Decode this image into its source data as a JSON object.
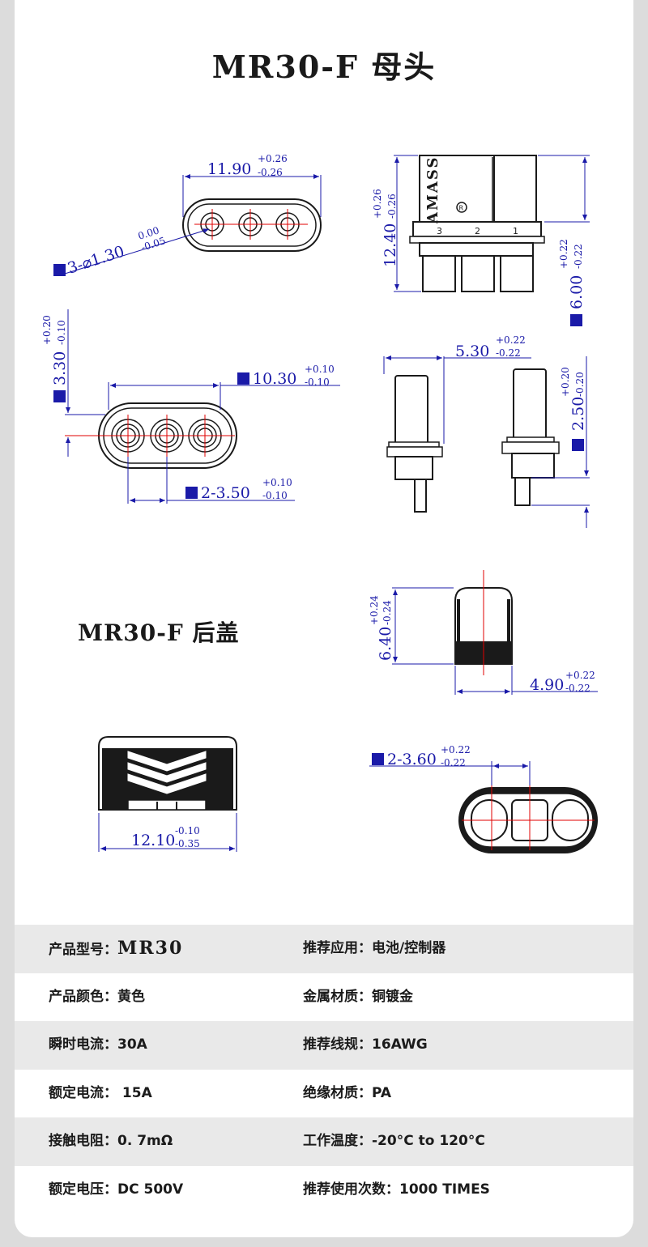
{
  "title": "MR30-F 母头",
  "subtitle": "MR30-F 后盖",
  "dimensions": {
    "top_width": {
      "value": "11.90",
      "tol_plus": "+0.26",
      "tol_minus": "-0.26"
    },
    "holes": {
      "value": "3-⌀1.30",
      "tol_plus": "0.00",
      "tol_minus": "-0.05"
    },
    "height": {
      "value": "12.40",
      "tol_plus": "+0.26",
      "tol_minus": "-0.26"
    },
    "pin_len": {
      "value": "6.00",
      "tol_plus": "+0.22",
      "tol_minus": "-0.22"
    },
    "face_height": {
      "value": "3.30",
      "tol_plus": "+0.20",
      "tol_minus": "-0.10"
    },
    "face_width": {
      "value": "10.30",
      "tol_plus": "+0.10",
      "tol_minus": "-0.10"
    },
    "pitch": {
      "value": "2-3.50",
      "tol_plus": "+0.10",
      "tol_minus": "-0.10"
    },
    "side_width": {
      "value": "5.30",
      "tol_plus": "+0.22",
      "tol_minus": "-0.22"
    },
    "side_pin": {
      "value": "2.50",
      "tol_plus": "+0.20",
      "tol_minus": "-0.20"
    },
    "cap_height": {
      "value": "6.40",
      "tol_plus": "+0.24",
      "tol_minus": "-0.24"
    },
    "cap_width": {
      "value": "4.90",
      "tol_plus": "+0.22",
      "tol_minus": "-0.22"
    },
    "cap_pitch": {
      "value": "2-3.60",
      "tol_plus": "+0.22",
      "tol_minus": "-0.22"
    },
    "cap_length": {
      "value": "12.10",
      "tol_plus": "-0.10",
      "tol_minus": "-0.35"
    }
  },
  "pin_numbers": [
    "3",
    "2",
    "1"
  ],
  "housing_mark": "AMASS",
  "colors": {
    "dim_text": "#1a1aa8",
    "centerline": "#e00000",
    "outline": "#1a1a1a",
    "row_shade": "#e9e9e9"
  },
  "specs": [
    {
      "left_label": "产品型号：",
      "left_value": "MR30",
      "right_label": "推荐应用：",
      "right_value": "电池/控制器"
    },
    {
      "left_label": "产品颜色：",
      "left_value": "黄色",
      "right_label": "金属材质：",
      "right_value": "铜镀金"
    },
    {
      "left_label": "瞬时电流：",
      "left_value": "30A",
      "right_label": "推荐线规：",
      "right_value": "16AWG"
    },
    {
      "left_label": "额定电流：",
      "left_value": " 15A",
      "right_label": "绝缘材质：",
      "right_value": "PA"
    },
    {
      "left_label": "接触电阻：",
      "left_value": "0. 7mΩ",
      "right_label": "工作温度：",
      "right_value": "-20°C to 120°C"
    },
    {
      "left_label": "额定电压：",
      "left_value": "DC 500V",
      "right_label": "推荐使用次数：",
      "right_value": "1000 TIMES"
    }
  ]
}
